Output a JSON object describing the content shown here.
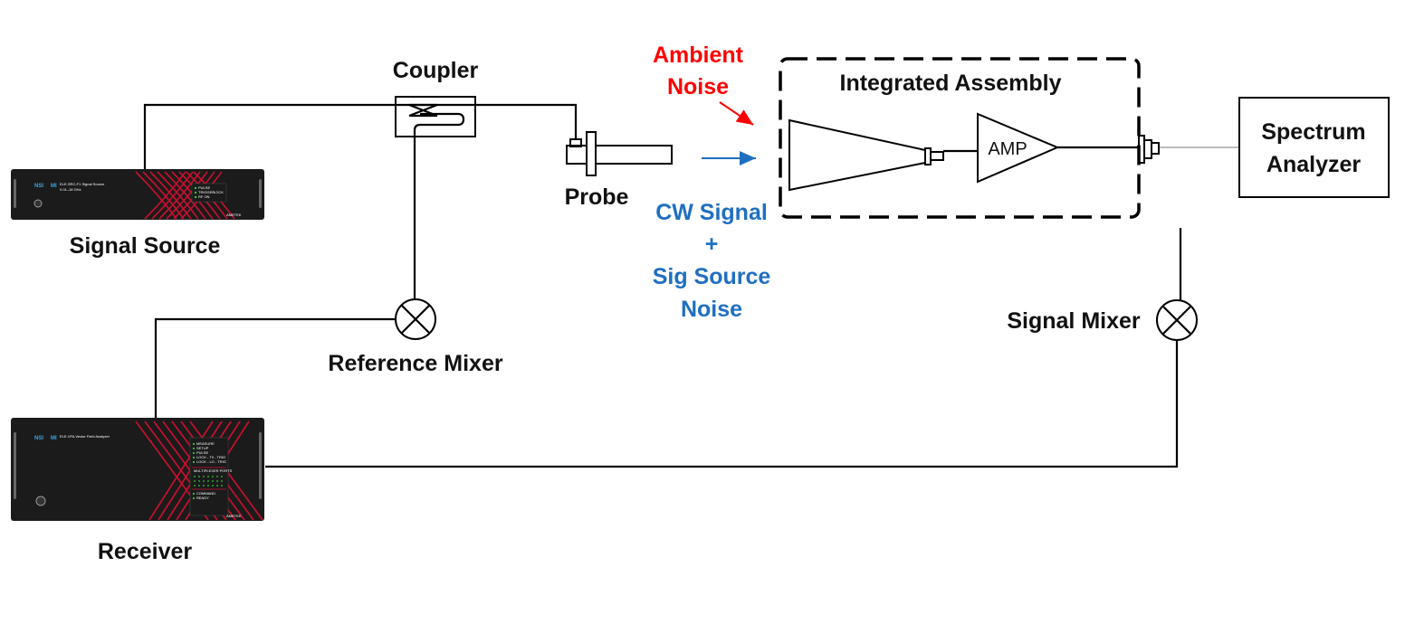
{
  "labels": {
    "signal_source": "Signal Source",
    "receiver": "Receiver",
    "coupler": "Coupler",
    "probe": "Probe",
    "reference_mixer": "Reference Mixer",
    "signal_mixer": "Signal Mixer",
    "ambient_noise_line1": "Ambient",
    "ambient_noise_line2": "Noise",
    "cw_line1": "CW Signal",
    "cw_line2": "+",
    "cw_line3": "Sig Source",
    "cw_line4": "Noise",
    "integrated_assembly": "Integrated Assembly",
    "amp": "AMP",
    "spectrum_line1": "Spectrum",
    "spectrum_line2": "Analyzer"
  },
  "devices": {
    "signal_source": {
      "brand_left": "NSI",
      "brand_right": "MI",
      "model": "ELE-SRC-F1 Signal Source",
      "range": "0.01–18 GHz",
      "leds": [
        "PULSE",
        "TRIGGER",
        "RF ON"
      ],
      "lock": "LOCK",
      "maker": "AMETEK"
    },
    "receiver": {
      "brand_left": "NSI",
      "brand_right": "MI",
      "model": "ELE-VFA Vector Field Analyzer",
      "leds": [
        "MEASURE",
        "SETUP",
        "PULSE",
        "LOCK - T0 - TRIG",
        "LOCK - LO - TRIG"
      ],
      "mux": "MULTIPLEXER PORTS",
      "leds2": [
        "COMMAND",
        "READY"
      ],
      "maker": "AMETEK"
    }
  },
  "colors": {
    "ambient_noise": "#ff0000",
    "cw_signal": "#1f6fc0",
    "rack_body": "#1b1b1b",
    "rack_stripe": "#c8102e"
  },
  "icons": {
    "mixer": "mixer-x-circle-icon",
    "coupler": "directional-coupler-icon",
    "amp": "amplifier-triangle-icon",
    "horn": "horn-antenna-icon",
    "arrow": "arrow-right-icon"
  }
}
